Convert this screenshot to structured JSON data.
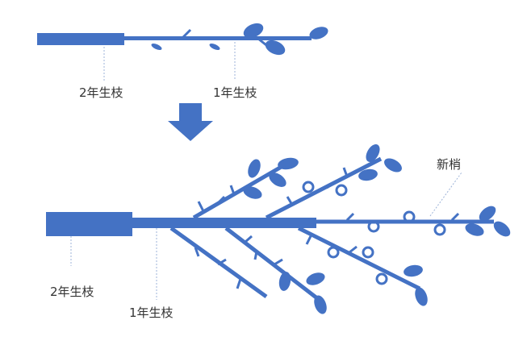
{
  "colors": {
    "branch": "#4472C4",
    "leader": "#9DB3D8",
    "label": "#333333",
    "background": "#FFFFFF"
  },
  "top_diagram": {
    "label_2year": "2年生枝",
    "label_1year": "1年生枝"
  },
  "arrow": {
    "icon": "down-arrow-icon"
  },
  "bottom_diagram": {
    "label_2year": "2年生枝",
    "label_1year": "1年生枝",
    "label_new_shoot": "新梢"
  }
}
